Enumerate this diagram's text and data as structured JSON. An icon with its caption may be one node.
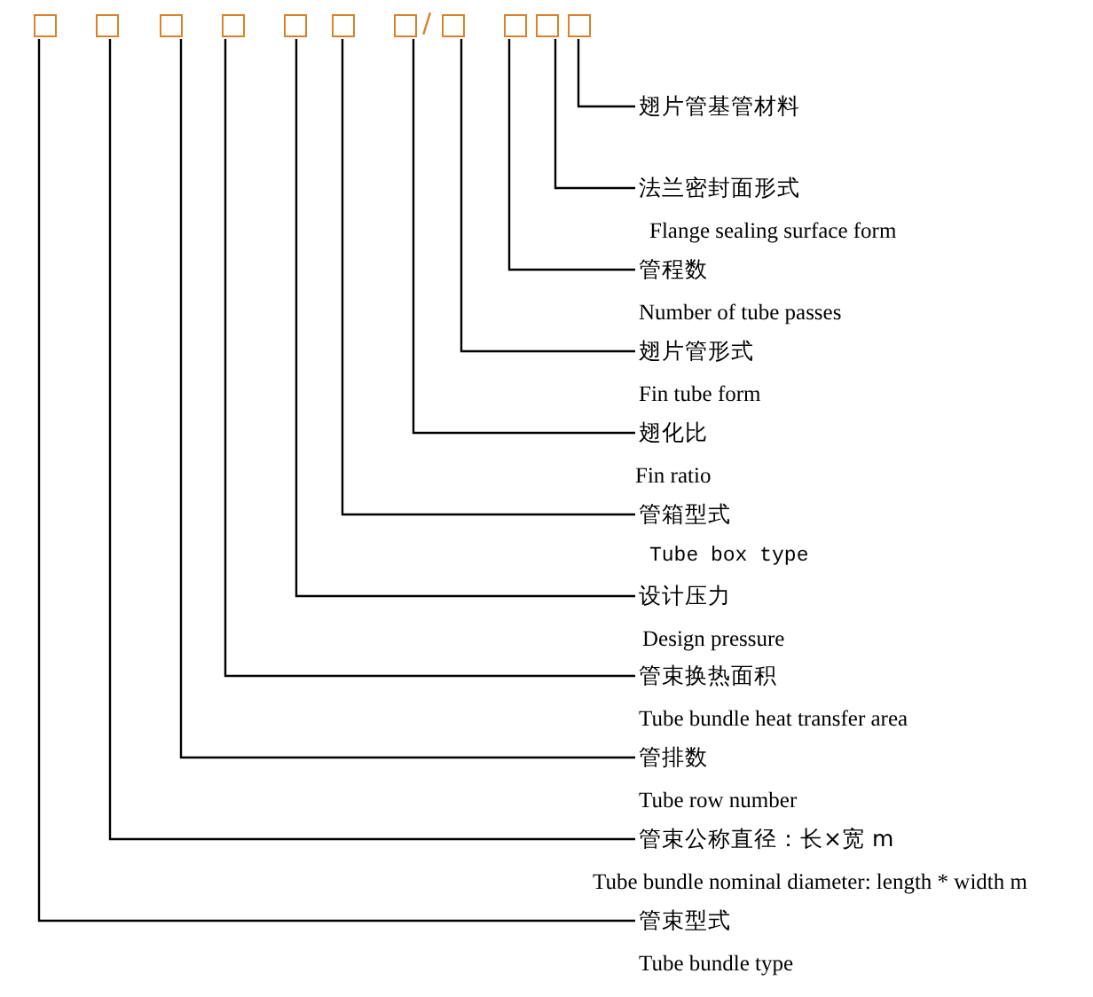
{
  "diagram": {
    "nodes": [
      {
        "text": [],
        "shape": "box"
      },
      {
        "text": [],
        "shape": "box"
      },
      {
        "text": [],
        "shape": "box"
      },
      {
        "text": [],
        "shape": "box"
      },
      {
        "text": [],
        "shape": "box"
      },
      {
        "text": [],
        "shape": "box"
      },
      {
        "text": [],
        "shape": "box"
      },
      {
        "text": [],
        "shape": "box"
      },
      {
        "text": [],
        "shape": "box"
      },
      {
        "text": [],
        "shape": "box"
      },
      {
        "text": [],
        "shape": "box"
      },
      {
        "text": [
          "翅片管基管材料"
        ]
      },
      {
        "text": [
          "法兰密封面形式",
          "Flange sealing surface form"
        ]
      },
      {
        "text": [
          "管程数",
          "Number of tube passes"
        ]
      },
      {
        "text": [
          "翅片管形式",
          "Fin tube form"
        ]
      },
      {
        "text": [
          "翅化比",
          "Fin ratio"
        ]
      },
      {
        "text": [
          "管箱型式",
          "Tube box type"
        ]
      },
      {
        "text": [
          "设计压力",
          "Design pressure"
        ]
      },
      {
        "text": [
          "管束换热面积",
          "Tube bundle heat transfer area"
        ]
      },
      {
        "text": [
          "管排数",
          "Tube row number"
        ]
      },
      {
        "text": [
          "管束公称直径：长×宽 m",
          "Tube bundle nominal diameter: length * width m"
        ]
      },
      {
        "text": [
          "管束型式",
          "Tube bundle type"
        ]
      }
    ],
    "edges": [
      {
        "from": 11,
        "to": 10,
        "arrow": "none"
      },
      {
        "from": 12,
        "to": 9,
        "arrow": "none"
      },
      {
        "from": 13,
        "to": 8,
        "arrow": "none"
      },
      {
        "from": 14,
        "to": 7,
        "arrow": "none"
      },
      {
        "from": 15,
        "to": 6,
        "arrow": "none"
      },
      {
        "from": 16,
        "to": 5,
        "arrow": "none"
      },
      {
        "from": 17,
        "to": 4,
        "arrow": "none"
      },
      {
        "from": 18,
        "to": 3,
        "arrow": "none"
      },
      {
        "from": 19,
        "to": 2,
        "arrow": "none"
      },
      {
        "from": 20,
        "to": 1,
        "arrow": "none"
      },
      {
        "from": 21,
        "to": 0,
        "arrow": "none"
      }
    ],
    "labels": [
      "/"
    ]
  }
}
